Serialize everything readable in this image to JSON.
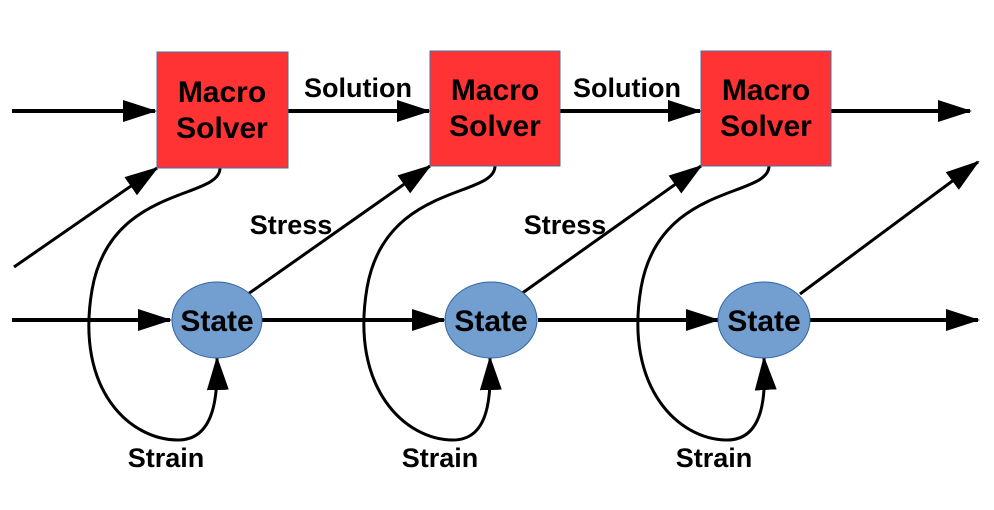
{
  "colors": {
    "solver_fill": "#ff3333",
    "solver_stroke": "#4a6fa5",
    "state_fill": "#729fcf",
    "state_stroke": "#3465a4",
    "edge": "#000000"
  },
  "solvers": [
    {
      "line1": "Macro",
      "line2": "Solver"
    },
    {
      "line1": "Macro",
      "line2": "Solver"
    },
    {
      "line1": "Macro",
      "line2": "Solver"
    }
  ],
  "states": [
    {
      "label": "State"
    },
    {
      "label": "State"
    },
    {
      "label": "State"
    }
  ],
  "labels": {
    "solution": [
      "Solution",
      "Solution"
    ],
    "stress": [
      "Stress",
      "Stress"
    ],
    "strain": [
      "Strain",
      "Strain",
      "Strain"
    ]
  }
}
